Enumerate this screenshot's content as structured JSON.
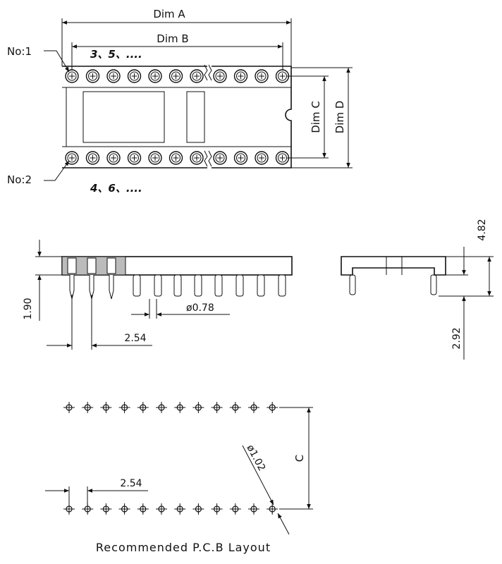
{
  "top_view": {
    "dim_a": "Dim A",
    "dim_b": "Dim B",
    "dim_c": "Dim C",
    "dim_d": "Dim D",
    "pin1_label": "No:1",
    "pin2_label": "No:2",
    "odd_pins": "3、5、....",
    "even_pins": "4、6、...."
  },
  "side_view": {
    "dim_190": "1.90",
    "dim_078": "ø0.78",
    "dim_254": "2.54",
    "dim_482": "4.82",
    "dim_292": "2.92"
  },
  "pcb_layout": {
    "dim_c": "C",
    "dim_102": "ø1.02",
    "dim_254": "2.54",
    "title": "Recommended P.C.B Layout"
  }
}
